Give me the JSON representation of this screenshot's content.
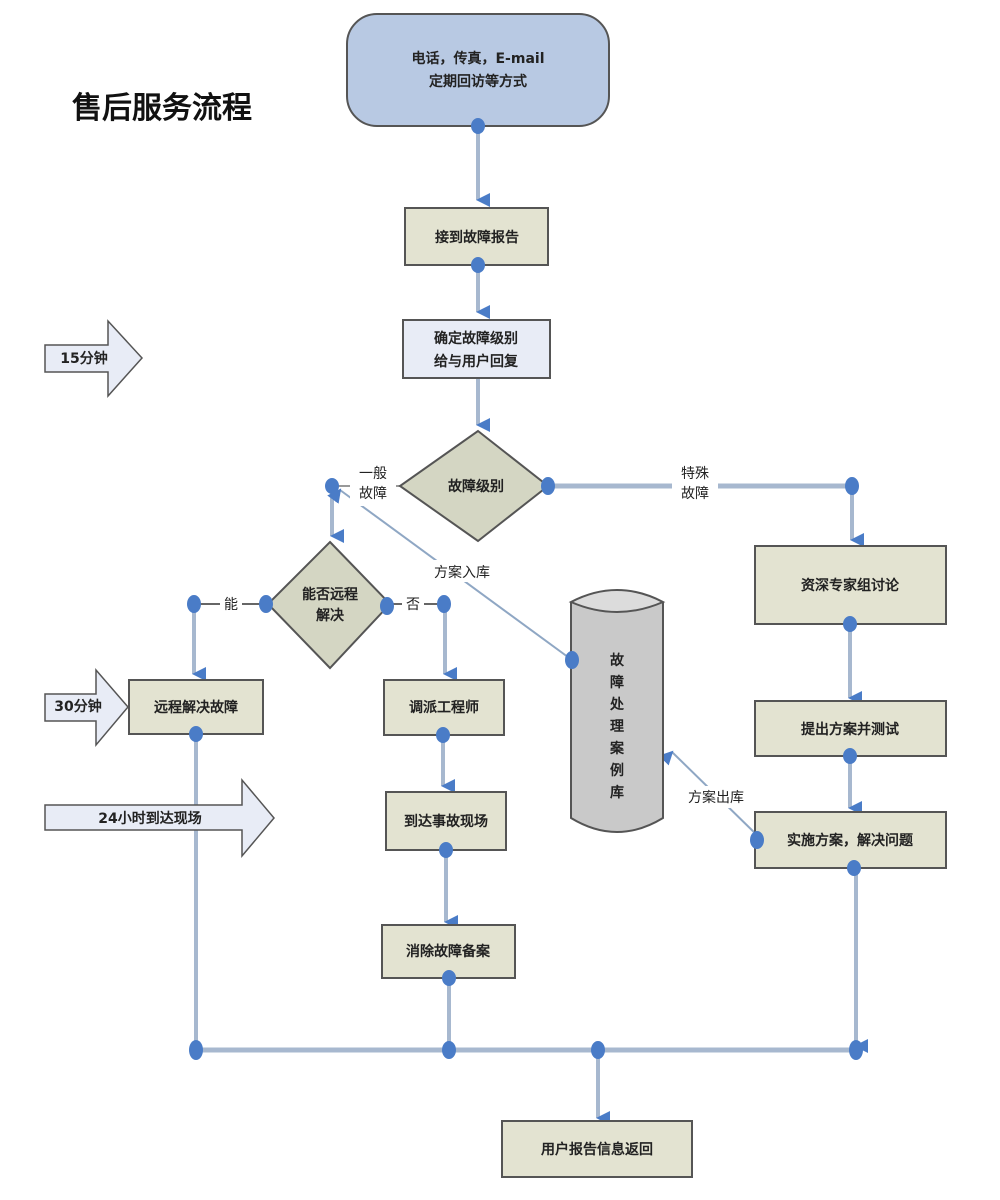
{
  "title": "售后服务流程",
  "colors": {
    "start_fill": "#b8c9e3",
    "process_fill": "#e3e3d1",
    "process_light_fill": "#e8ecf6",
    "decision_fill": "#d4d6c3",
    "database_fill": "#c9c9c9",
    "connector": "#4a7cc7",
    "line": "#a7b8cf",
    "border": "#555555"
  },
  "nodes": {
    "start": {
      "lines": [
        "电话，传真，E-mail",
        "定期回访等方式"
      ]
    },
    "receive_report": {
      "label": "接到故障报告"
    },
    "determine_level": {
      "lines": [
        "确定故障级别",
        "给与用户回复"
      ]
    },
    "fault_level": {
      "label": "故障级别"
    },
    "can_remote": {
      "lines": [
        "能否远程",
        "解决"
      ]
    },
    "remote_fix": {
      "label": "远程解决故障"
    },
    "dispatch_engineer": {
      "label": "调派工程师"
    },
    "arrive_site": {
      "label": "到达事故现场"
    },
    "eliminate_record": {
      "label": "消除故障备案"
    },
    "case_database": {
      "label": "故障处理案例库"
    },
    "expert_discussion": {
      "label": "资深专家组讨论"
    },
    "propose_test": {
      "label": "提出方案并测试"
    },
    "implement_solve": {
      "label": "实施方案，解决问题"
    },
    "user_report_return": {
      "label": "用户报告信息返回"
    }
  },
  "edge_labels": {
    "general_fault": [
      "一般",
      "故障"
    ],
    "special_fault": [
      "特殊",
      "故障"
    ],
    "yes": "能",
    "no": "否",
    "solution_in": "方案入库",
    "solution_out": "方案出库"
  },
  "time_arrows": [
    {
      "label": "15分钟"
    },
    {
      "label": "30分钟"
    },
    {
      "label": "24小时到达现场"
    }
  ]
}
